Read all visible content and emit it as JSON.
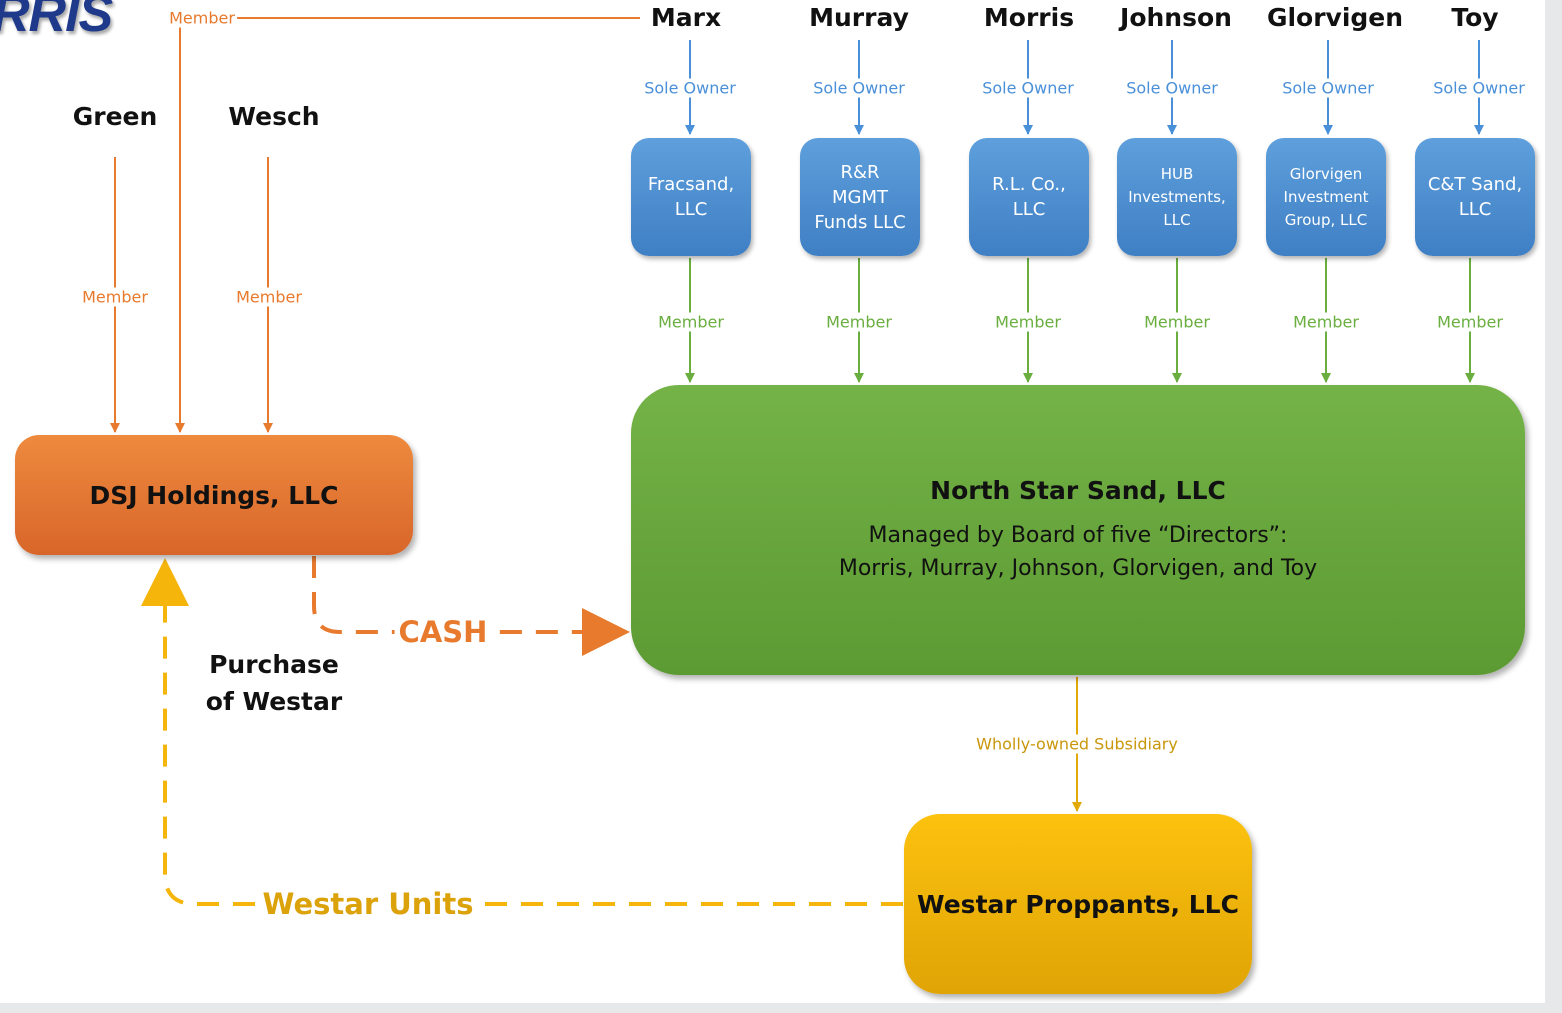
{
  "logo": {
    "text": "RRIS"
  },
  "people": {
    "green": "Green",
    "wesch": "Wesch",
    "marx": "Marx",
    "murray": "Murray",
    "morris": "Morris",
    "johnson": "Johnson",
    "glorvigen": "Glorvigen",
    "toy": "Toy"
  },
  "edge_labels": {
    "member": "Member",
    "sole_owner": "Sole Owner",
    "wholly_owned": "Wholly-owned Subsidiary"
  },
  "entities": [
    {
      "name": "Fracsand, LLC",
      "lines": [
        "Fracsand,",
        "LLC"
      ]
    },
    {
      "name": "R&R MGMT Funds LLC",
      "lines": [
        "R&R",
        "MGMT",
        "Funds LLC"
      ]
    },
    {
      "name": "R.L. Co., LLC",
      "lines": [
        "R.L. Co.,",
        "LLC"
      ]
    },
    {
      "name": "HUB Investments, LLC",
      "lines": [
        "HUB",
        "Investments,",
        "LLC"
      ]
    },
    {
      "name": "Glorvigen Investment Group, LLC",
      "lines": [
        "Glorvigen",
        "Investment",
        "Group, LLC"
      ]
    },
    {
      "name": "C&T Sand, LLC",
      "lines": [
        "C&T  Sand,",
        "LLC"
      ]
    }
  ],
  "dsj": {
    "title": "DSJ Holdings, LLC"
  },
  "north_star": {
    "title": "North Star Sand, LLC",
    "subtitle_line1": "Managed by Board of five “Directors”:",
    "subtitle_line2": "Morris, Murray, Johnson, Glorvigen, and Toy"
  },
  "westar": {
    "title": "Westar Proppants,  LLC"
  },
  "flows": {
    "cash": "CASH",
    "westar_units": "Westar Units",
    "purchase_line1": "Purchase",
    "purchase_line2": "of Westar"
  },
  "colors": {
    "blue": "#4a90d9",
    "green": "#6aae3f",
    "orange": "#e87a2e",
    "yellow": "#f5b50a"
  }
}
